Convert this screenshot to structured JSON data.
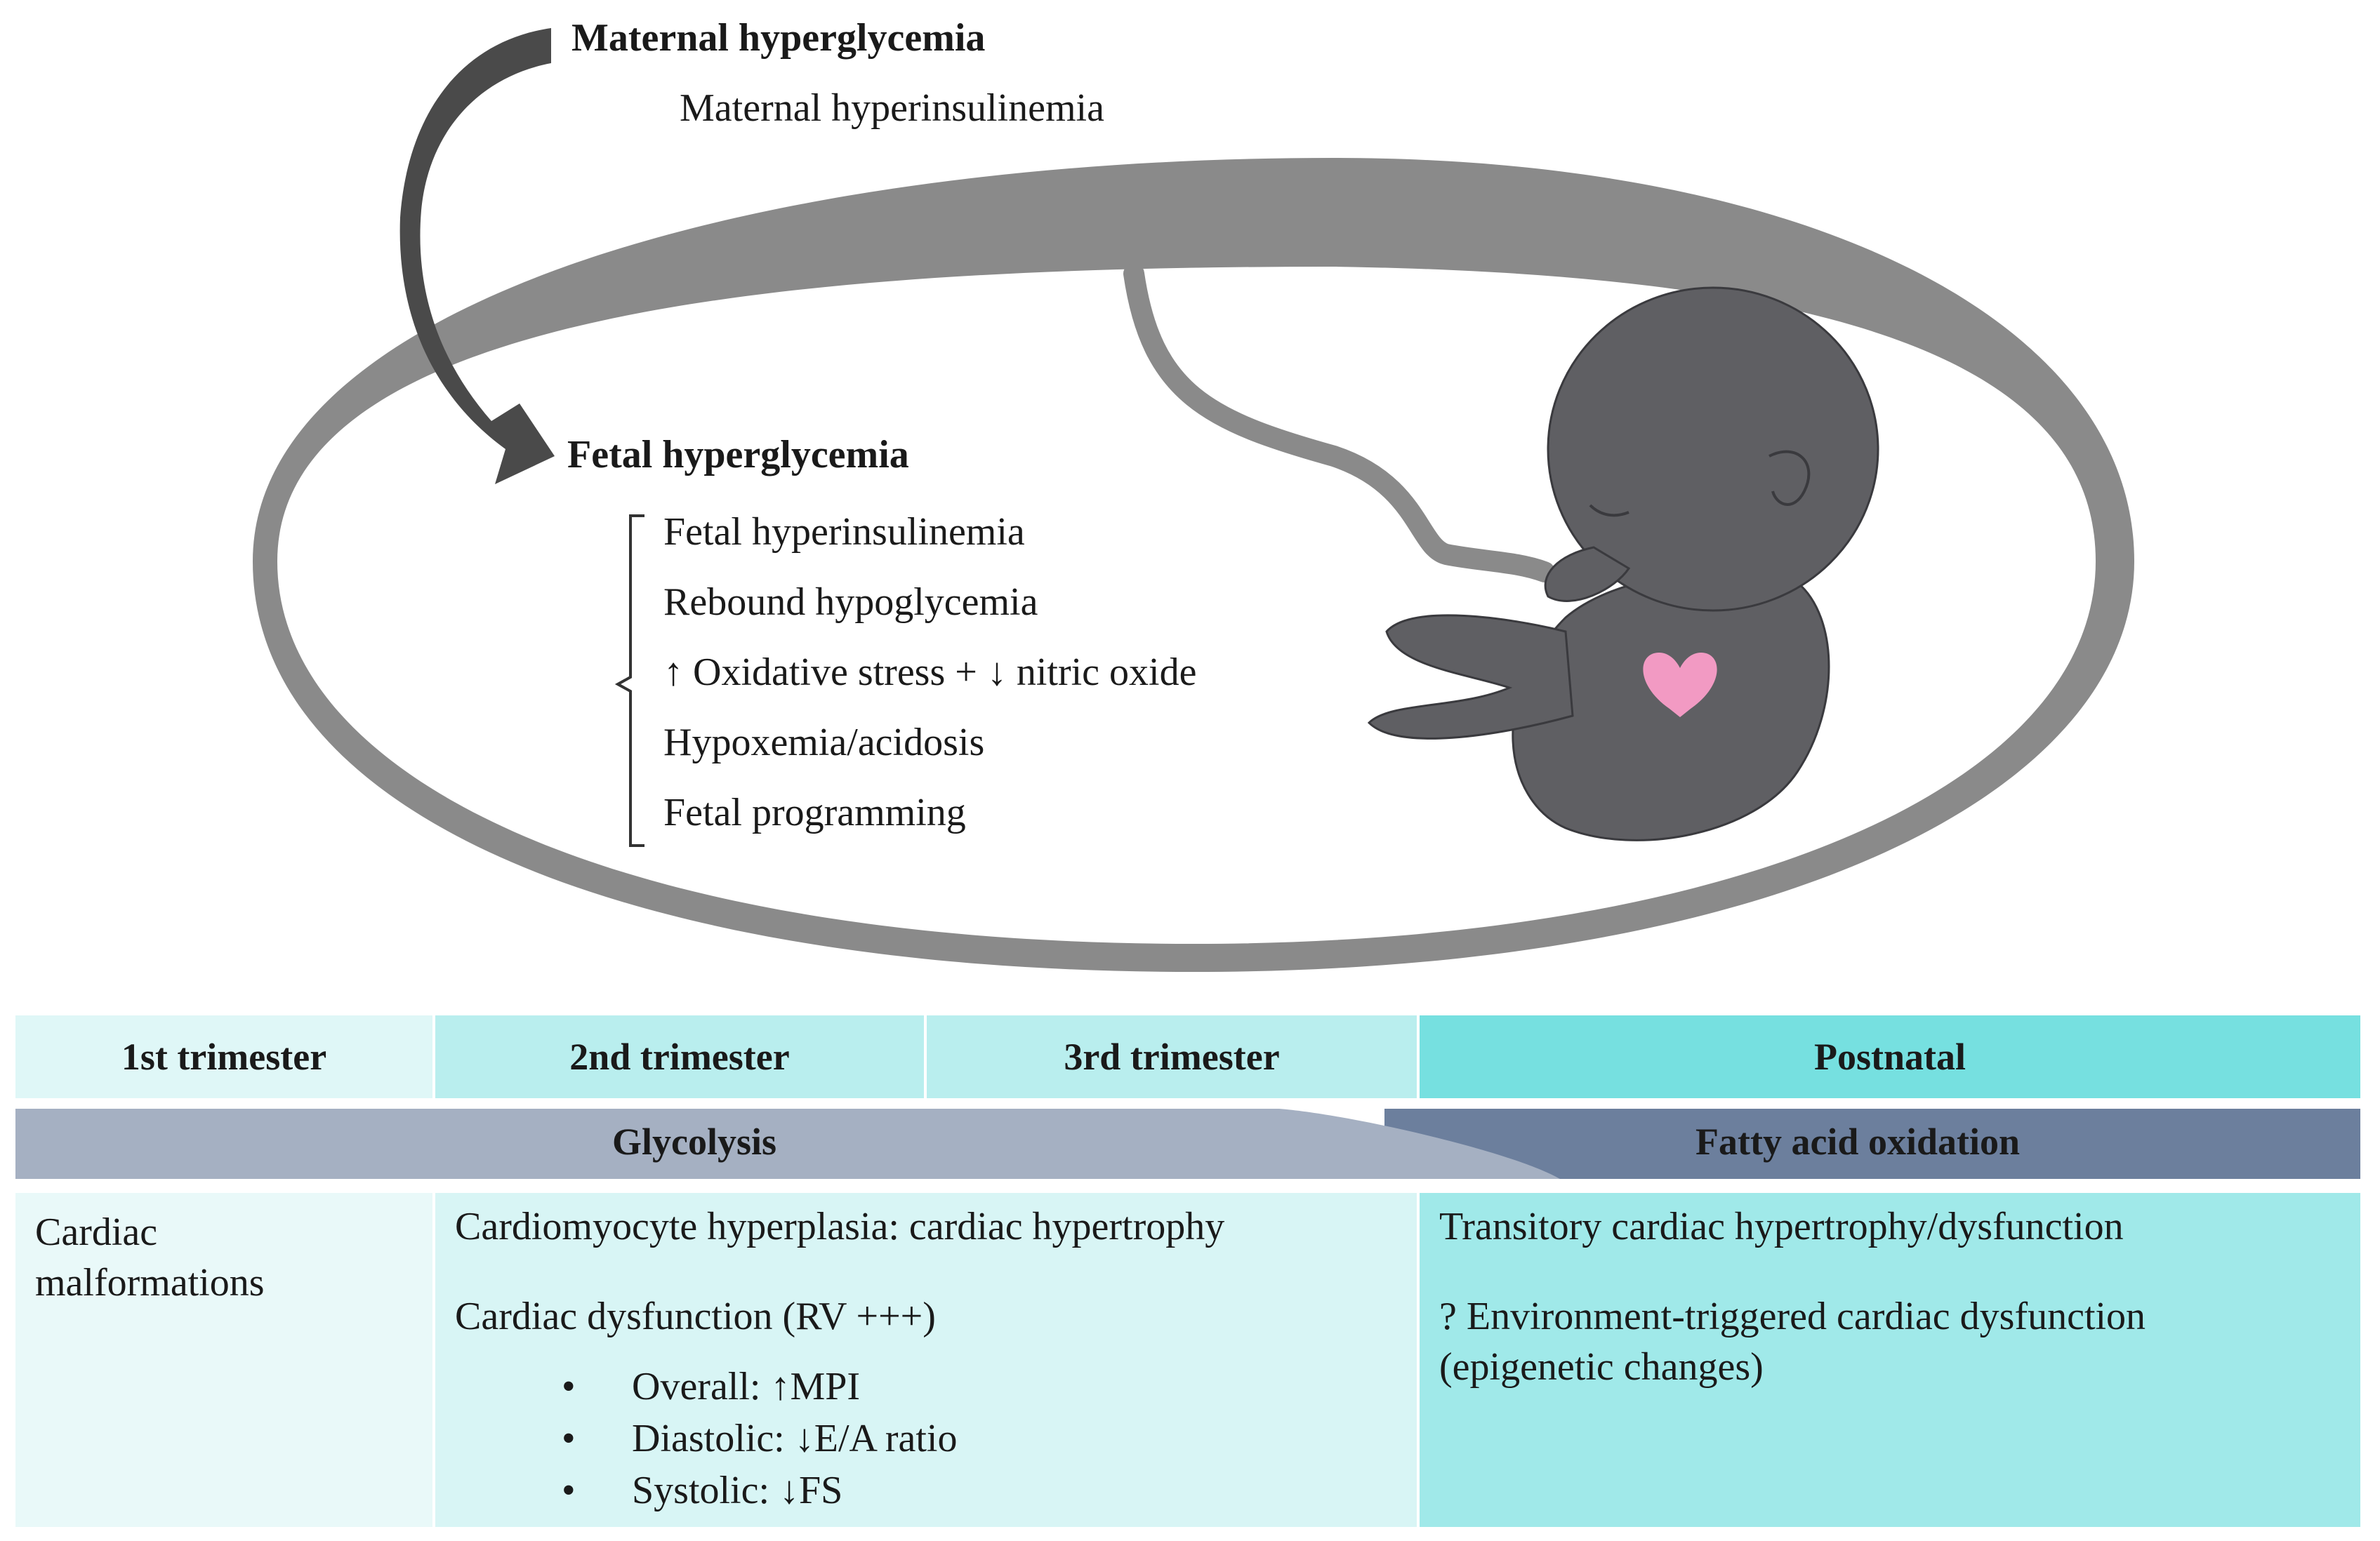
{
  "diagram": {
    "maternal_hyperglycemia": "Maternal hyperglycemia",
    "maternal_hyperinsulinemia": "Maternal hyperinsulinemia",
    "fetal_hyperglycemia": "Fetal hyperglycemia",
    "fetal_effects": [
      "Fetal hyperinsulinemia",
      "Rebound hypoglycemia",
      "↑ Oxidative stress + ↓ nitric oxide",
      "Hypoxemia/acidosis",
      "Fetal programming"
    ]
  },
  "timeline": {
    "headers": [
      "1st trimester",
      "2nd trimester",
      "3rd trimester",
      "Postnatal"
    ],
    "metabolism": {
      "glycolysis": "Glycolysis",
      "fatty_acid_oxidation": "Fatty acid oxidation"
    },
    "first_trimester": {
      "line1": "Cardiac",
      "line2": "malformations"
    },
    "prenatal": {
      "hyperplasia": "Cardiomyocyte hyperplasia: cardiac hypertrophy",
      "dysfunction": "Cardiac dysfunction (RV +++)",
      "bullets": [
        "Overall: ↑MPI",
        "Diastolic: ↓E/A ratio",
        "Systolic: ↓FS"
      ]
    },
    "postnatal": {
      "transitory": "Transitory cardiac hypertrophy/dysfunction",
      "environment_line1": "? Environment-triggered cardiac dysfunction",
      "environment_line2": "(epigenetic changes)"
    }
  },
  "colors": {
    "uterus_ring": "#8a8a8a",
    "arrow": "#4a4a4a",
    "fetus": "#5f5f63",
    "heart": "#f29ac3",
    "header_light": "#dff7f7",
    "header_mid": "#b9eeee",
    "header_post": "#76e0e0",
    "glycolysis_band": "#a5b0c2",
    "fao_band": "#6c7f9d",
    "body_light": "#e9f9f9",
    "body_mid": "#d8f5f5",
    "body_post": "#a0e9e9"
  }
}
